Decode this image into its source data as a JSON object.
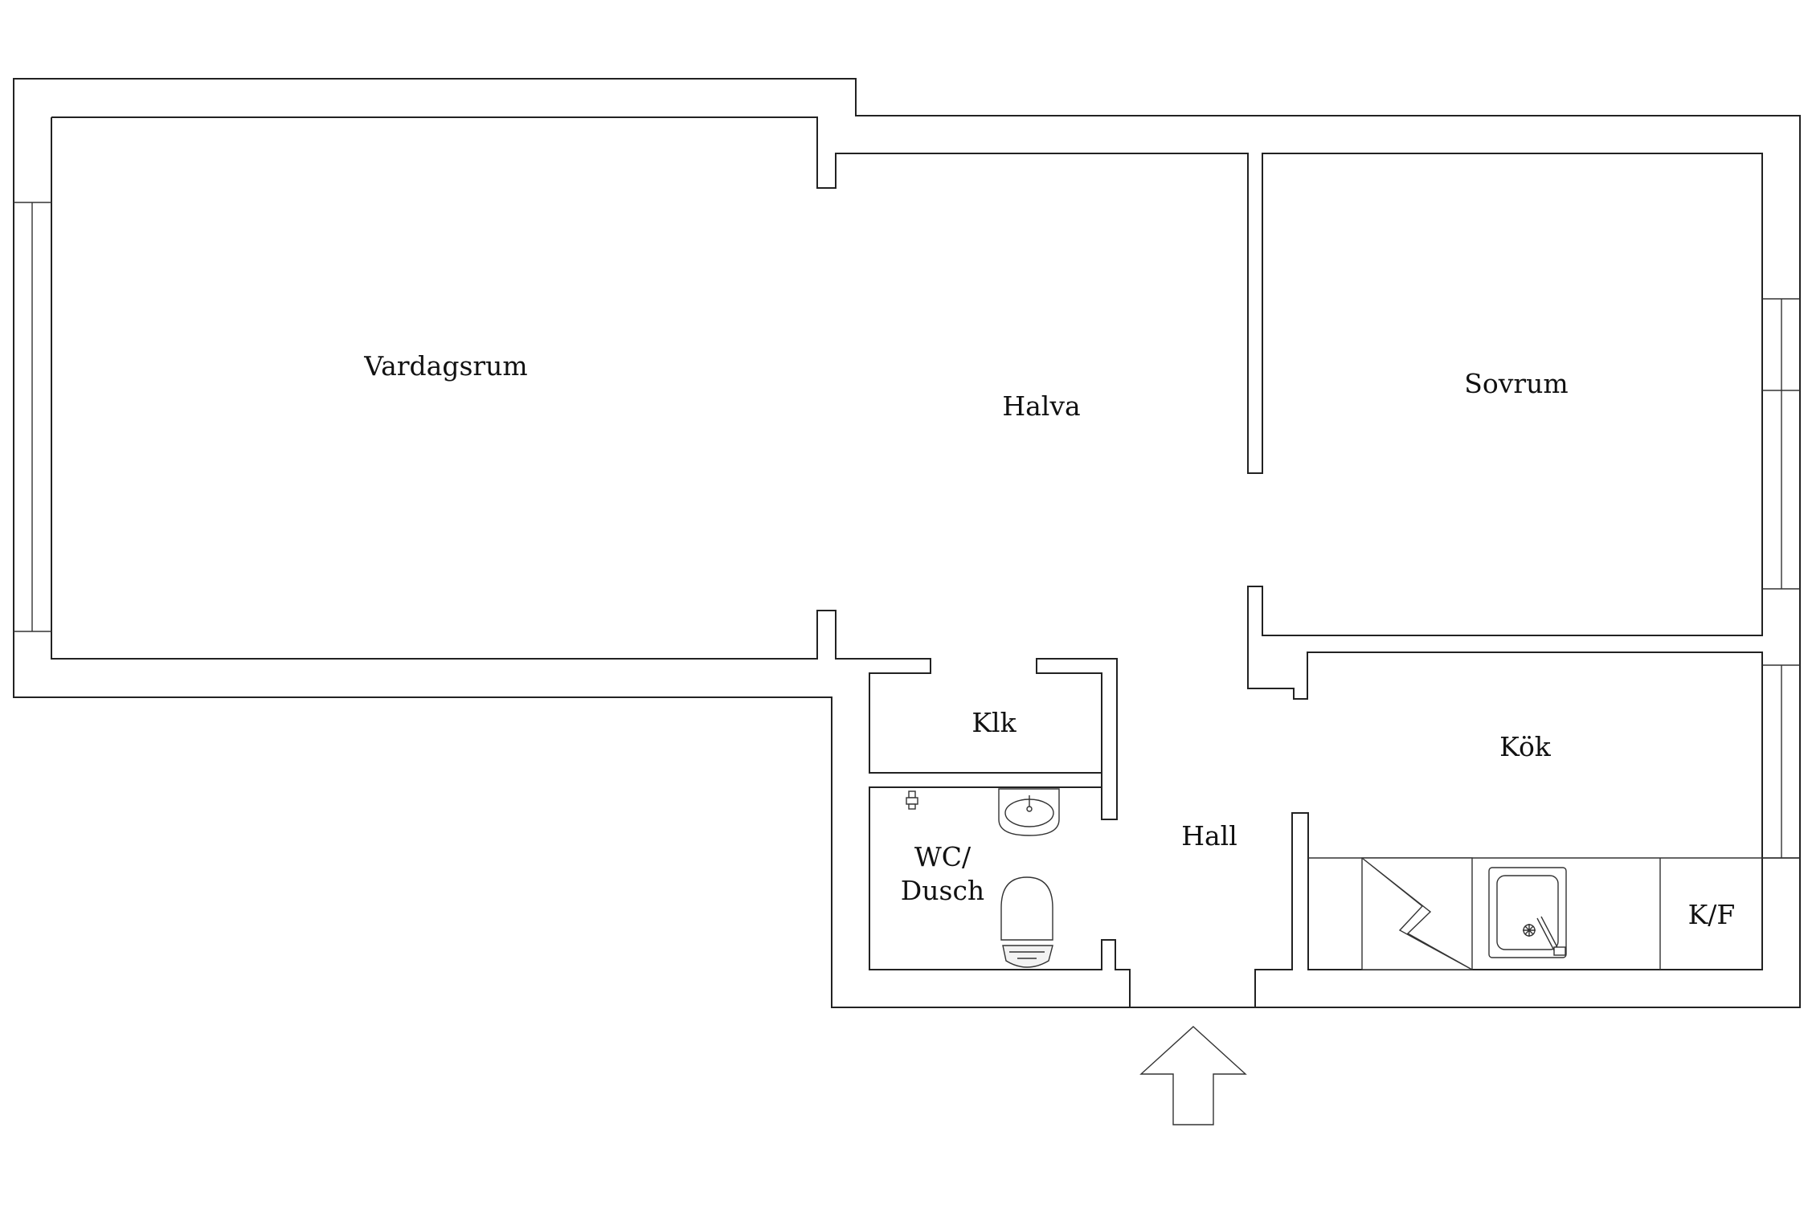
{
  "rooms": {
    "vardagsrum": "Vardagsrum",
    "halva": "Halva",
    "sovrum": "Sovrum",
    "klk": "Klk",
    "kok": "Kök",
    "hall": "Hall",
    "wc_line1": "WC/",
    "wc_line2": "Dusch",
    "kf": "K/F"
  },
  "icons": {
    "entrance": "entrance-arrow-icon",
    "stove": "stove-icon",
    "sink": "kitchen-sink-icon",
    "washbasin": "washbasin-icon",
    "toilet": "toilet-icon",
    "shower": "shower-icon"
  },
  "colors": {
    "wall": "#222222",
    "background": "#ffffff"
  }
}
